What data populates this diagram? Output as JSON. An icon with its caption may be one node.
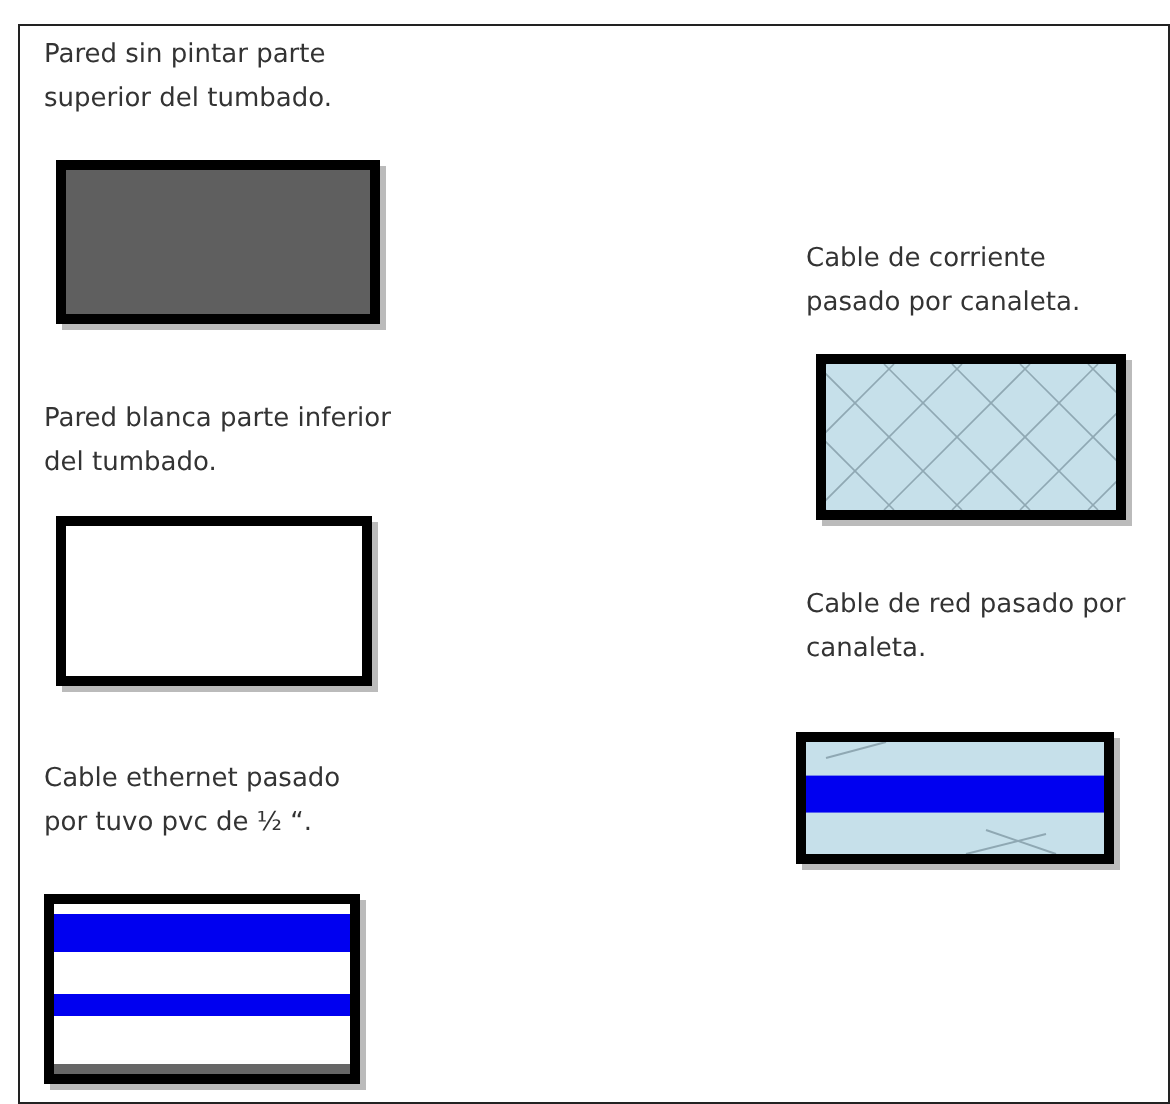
{
  "diagram": {
    "legend": [
      {
        "text": "Pared sin pintar parte superior del tumbado.",
        "color": "#5f5f5f"
      },
      {
        "text": "Pared blanca parte inferior del tumbado.",
        "color": "#ffffff"
      },
      {
        "text": "Cable ethernet pasado por tuvo pvc de ½ “."
      },
      {
        "text": "Cable de corriente pasado por canaleta."
      },
      {
        "text": "Cable de red pasado por canaleta."
      }
    ]
  }
}
